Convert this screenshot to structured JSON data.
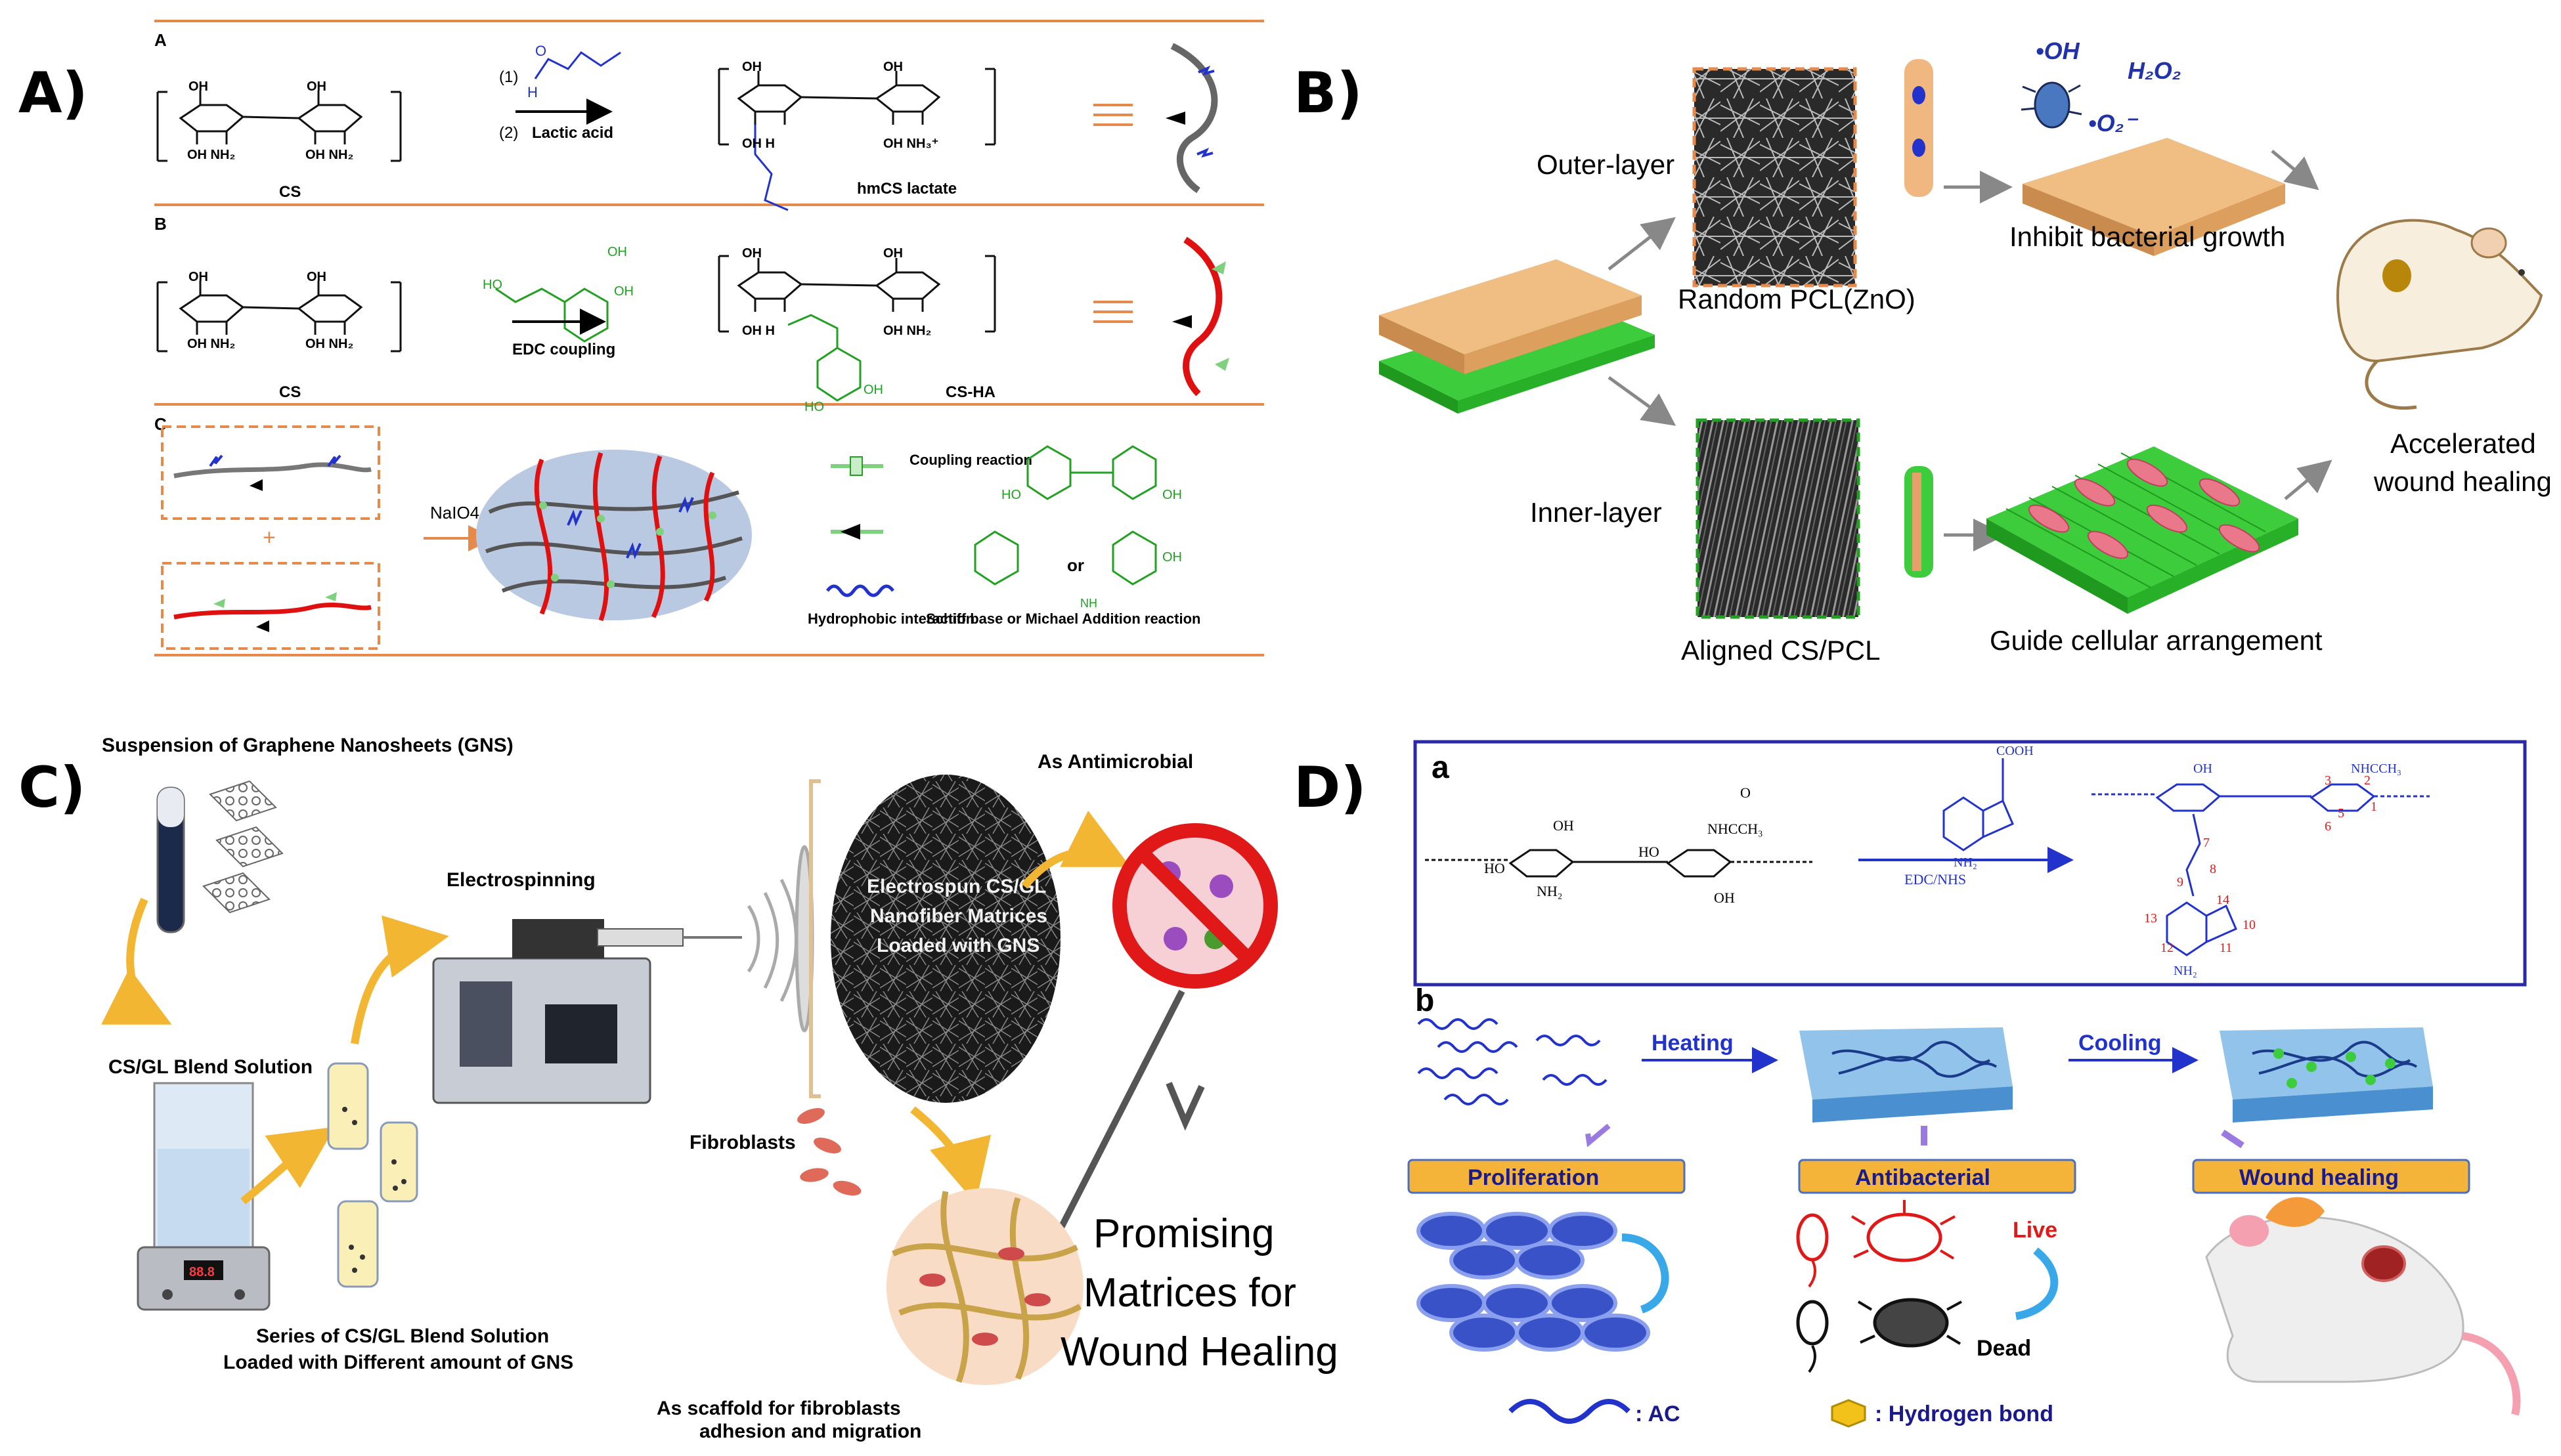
{
  "panel_letters": {
    "a": "A)",
    "b": "B)",
    "c": "C)",
    "d": "D)"
  },
  "panel_a": {
    "row_b_letter": "A",
    "row_a": {
      "step1": "(1)",
      "step2": "(2)",
      "step2_reagent": "Lactic acid",
      "left_label": "CS",
      "right_label": "hmCS lactate"
    },
    "row_b": {
      "letter": "B",
      "reagent": "EDC coupling",
      "left_label": "CS",
      "right_label": "CS-HA"
    },
    "row_c": {
      "letter": "C",
      "reagent": "NaIO4",
      "plus": "+",
      "legend_coupling": "Coupling reaction",
      "legend_hydrophobic": "Hydrophobic interaction",
      "legend_schiff": "Schiff base or Michael Addition reaction",
      "or": "or"
    }
  },
  "panel_b": {
    "outer_layer": "Outer-layer",
    "inner_layer": "Inner-layer",
    "random_pcl": "Random PCL(ZnO)",
    "aligned_cs": "Aligned CS/PCL",
    "inhibit": "Inhibit bacterial growth",
    "guide": "Guide cellular arrangement",
    "accelerated": "Accelerated",
    "wound_healing": "wound healing",
    "oh_radical": "•OH",
    "h2o2": "H₂O₂",
    "superoxide": "•O₂⁻"
  },
  "panel_c": {
    "suspension": "Suspension of Graphene Nanosheets (GNS)",
    "electrospinning": "Electrospinning",
    "blend_solution": "CS/GL Blend Solution",
    "series_line1": "Series of CS/GL Blend Solution",
    "series_line2": "Loaded with Different amount of GNS",
    "matrix_line1": "Electrospun CS/GL",
    "matrix_line2": "Nanofiber Matrices",
    "matrix_line3": "Loaded with GNS",
    "antimicrobial": "As Antimicrobial",
    "fibroblasts": "Fibroblasts",
    "scaffold_line1": "As scaffold for fibroblasts",
    "scaffold_line2": "adhesion and migration",
    "promising_line1": "Promising",
    "promising_line2": "Matrices for",
    "promising_line3": "Wound Healing",
    "display": "88.8"
  },
  "panel_d": {
    "sub_a": "a",
    "sub_b": "b",
    "reagent": "EDC/NHS",
    "heating": "Heating",
    "cooling": "Cooling",
    "proliferation": "Proliferation",
    "antibacterial": "Antibacterial",
    "wound_healing": "Wound healing",
    "live": "Live",
    "dead": "Dead",
    "legend_ac": ": AC",
    "legend_hbond": ": Hydrogen bond"
  },
  "colors": {
    "orange_rule": "#e58a4a",
    "chem_blue": "#2233cc",
    "chem_green": "#22a022",
    "fiber_green": "#3ccc3c",
    "mat_tan": "#e0a46a",
    "d_border": "#2a2aa8",
    "d_label_bg": "#f4b43a",
    "arrow_gray": "#888888",
    "gold_arrow": "#f2b632"
  }
}
